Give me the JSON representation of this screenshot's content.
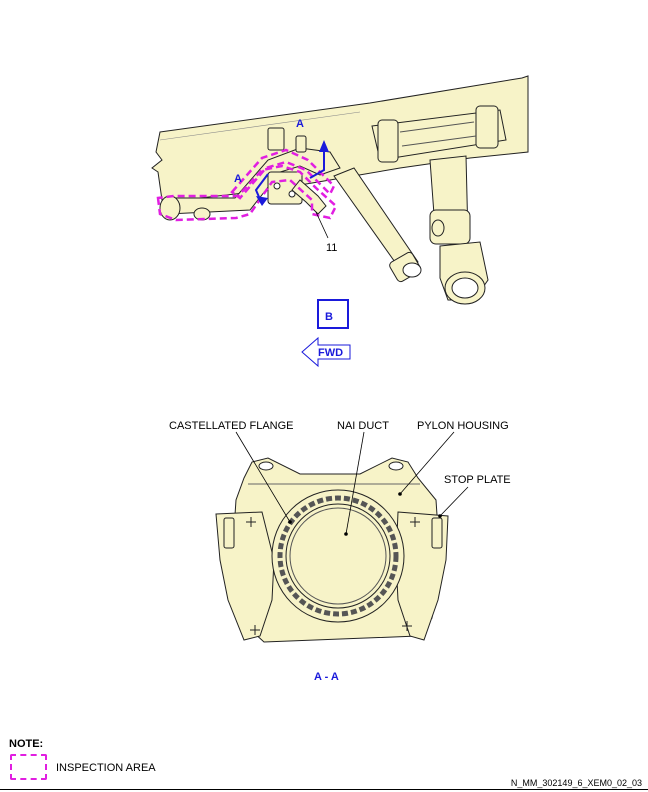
{
  "view_top": {
    "section_marker_upper": "A",
    "section_marker_lower": "A",
    "item_number": "11",
    "view_letter": "B",
    "direction_label": "FWD"
  },
  "view_section": {
    "title": "A - A",
    "callouts": {
      "castellated_flange": "CASTELLATED FLANGE",
      "nai_duct": "NAI DUCT",
      "pylon_housing": "PYLON HOUSING",
      "stop_plate": "STOP PLATE"
    }
  },
  "note": {
    "title": "NOTE:",
    "legend_label": "INSPECTION AREA"
  },
  "footer": {
    "drawing_ref": "N_MM_302149_6_XEM0_02_03"
  },
  "colors": {
    "part_fill": "#f7f3c8",
    "outline": "#222222",
    "inspection_dash": "#e11fe1",
    "annotation_blue": "#1a1adb"
  }
}
